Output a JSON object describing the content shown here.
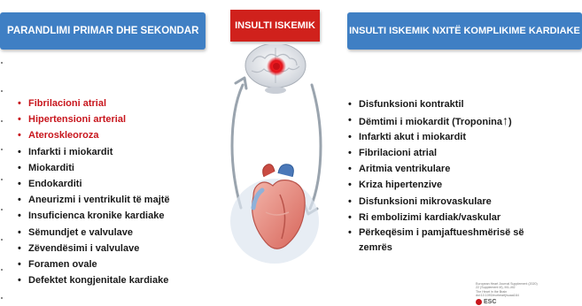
{
  "left_header": "PARANDLIMI PRIMAR DHE SEKONDAR",
  "center_title": "INSULTI ISKEMIK",
  "right_header": "INSULTI ISKEMIK NXITË KOMPLIKIME KARDIAKE",
  "left_items": [
    {
      "text": "Fibrilacioni atrial",
      "red": true
    },
    {
      "text": "Hipertensioni arterial",
      "red": true
    },
    {
      "text": "Ateroskleoroza",
      "red": true
    },
    {
      "text": "Infarkti i miokardit",
      "red": false
    },
    {
      "text": "Miokarditi",
      "red": false
    },
    {
      "text": "Endokarditi",
      "red": false
    },
    {
      "text": "Aneurizmi i ventrikulit të majtë",
      "red": false
    },
    {
      "text": "Insuficienca kronike kardiake",
      "red": false
    },
    {
      "text": "Sëmundjet e valvulave",
      "red": false
    },
    {
      "text": "Zëvendësimi i valvulave",
      "red": false
    },
    {
      "text": "Foramen ovale",
      "red": false
    },
    {
      "text": "Defektet kongjenitale kardiake",
      "red": false
    }
  ],
  "right_items": [
    "Disfunksioni kontraktil",
    "Dëmtimi i miokardit (Troponina",
    "Infarkti akut i miokardit",
    "Fibrilacioni atrial",
    "Aritmia ventrikulare",
    "Kriza hipertenzive",
    "Disfunksioni mikrovaskulare",
    "Ri embolizimi kardiak/vaskular",
    "Përkeqësim i pamjaftueshmërisë së zemrës"
  ],
  "troponin_arrow": "↑",
  "citation_lines": [
    "European Heart Journal Supplement (2020) 22 (Supplement M), M1–M2",
    "The Heart in the Brain",
    "doi:10.1093/eurheartj/suaa164"
  ],
  "logo_text": "ESC",
  "colors": {
    "header_blue": "#3f7fc4",
    "title_red": "#d0211c",
    "risk_red": "#c8161d",
    "arrow_gray": "#9aa4ae"
  },
  "icons": {
    "brain": "brain-icon",
    "heart": "heart-icon",
    "cycle_arrows": "circular-arrows-icon"
  }
}
